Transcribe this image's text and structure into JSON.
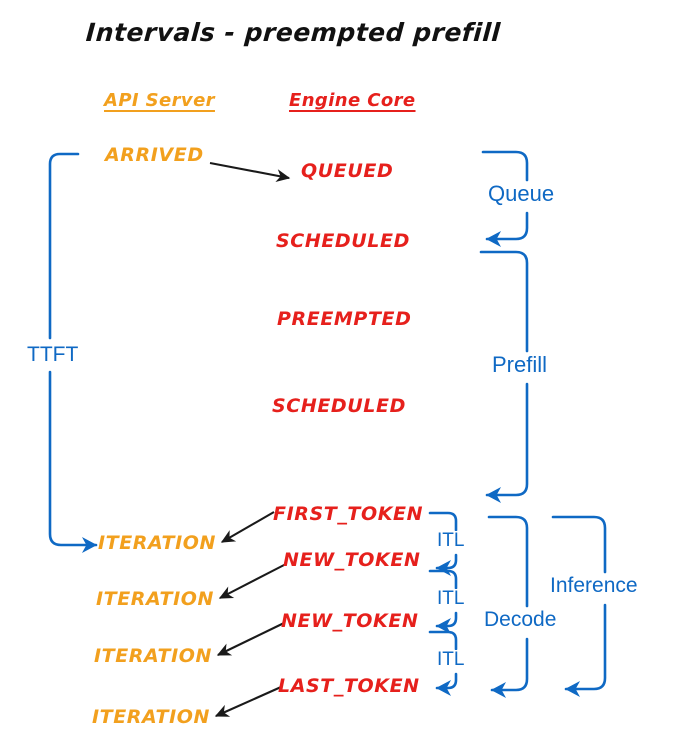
{
  "title": "Intervals - preempted prefill",
  "colors": {
    "api_server": "#F2A01E",
    "engine_core": "#E6201C",
    "bracket_blue": "#0F69C4",
    "arrow_black": "#1A1A1A",
    "background": "#FFFFFF"
  },
  "columns": {
    "api_server": "API Server",
    "engine_core": "Engine Core"
  },
  "api_events": [
    {
      "label": "ARRIVED"
    },
    {
      "label": "ITERATION"
    },
    {
      "label": "ITERATION"
    },
    {
      "label": "ITERATION"
    },
    {
      "label": "ITERATION"
    }
  ],
  "engine_events": [
    {
      "label": "QUEUED"
    },
    {
      "label": "SCHEDULED"
    },
    {
      "label": "PREEMPTED"
    },
    {
      "label": "SCHEDULED"
    },
    {
      "label": "FIRST_TOKEN"
    },
    {
      "label": "NEW_TOKEN"
    },
    {
      "label": "NEW_TOKEN"
    },
    {
      "label": "LAST_TOKEN"
    }
  ],
  "intervals": {
    "ttft": "TTFT",
    "queue": "Queue",
    "prefill": "Prefill",
    "decode": "Decode",
    "inference": "Inference",
    "itl": [
      "ITL",
      "ITL",
      "ITL"
    ]
  }
}
